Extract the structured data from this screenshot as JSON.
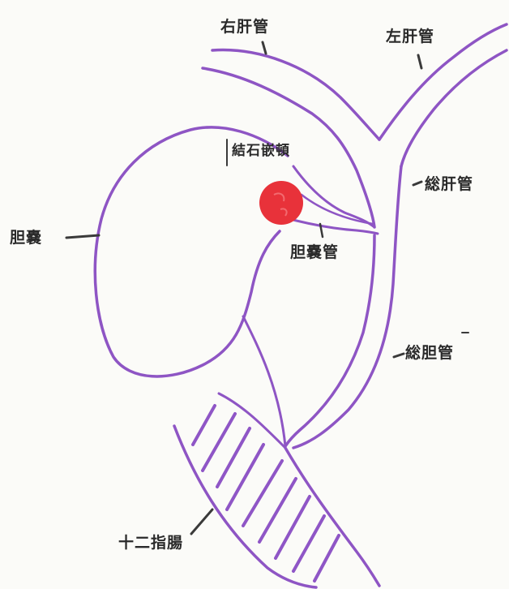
{
  "diagram": {
    "colors": {
      "outline": "#8e55c4",
      "hatch": "#8f56c6",
      "stone": "#e8323a",
      "stone_shine": "#f26a6f",
      "leader": "#3a3a3a",
      "text": "#2a2a2a"
    },
    "labels": {
      "right_hepatic_duct": "右肝管",
      "left_hepatic_duct": "左肝管",
      "impacted_stone": "結石嵌頓",
      "common_hepatic_duct": "総肝管",
      "gallbladder": "胆嚢",
      "cystic_duct": "胆嚢管",
      "common_bile_duct": "総胆管",
      "duodenum": "十二指腸"
    }
  }
}
